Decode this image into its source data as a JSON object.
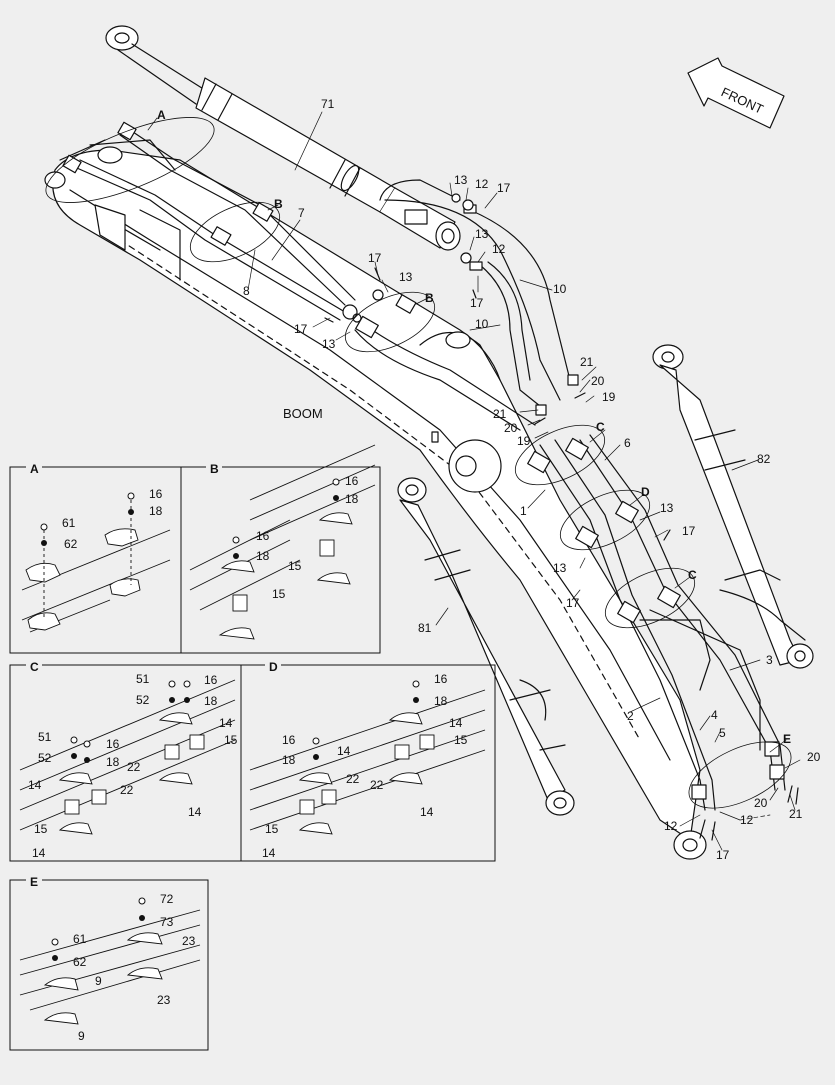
{
  "main_labels": {
    "boom": "BOOM",
    "front": "FRONT",
    "n71": "71",
    "n7": "7",
    "n8": "8",
    "n13a": "13",
    "n12a": "12",
    "n17a": "17",
    "n13b": "13",
    "n12b": "12",
    "n17b": "17",
    "n10a": "10",
    "n10b": "10",
    "n17c": "17",
    "n13c": "13",
    "n17d": "17",
    "n13d": "13",
    "n21a": "21",
    "n20a": "20",
    "n19a": "19",
    "n21b": "21",
    "n20b": "20",
    "n19b": "19",
    "n6": "6",
    "n1": "1",
    "n82": "82",
    "n81": "81",
    "n13e": "13",
    "n17e": "17",
    "n13f": "13",
    "n17f": "17",
    "n3": "3",
    "n2": "2",
    "n4": "4",
    "n5": "5",
    "n20c": "20",
    "n20d": "20",
    "n21c": "21",
    "n12c": "12",
    "n12d": "12",
    "n17g": "17",
    "callA": "A",
    "callB1": "B",
    "callB2": "B",
    "callC1": "C",
    "callD": "D",
    "callC2": "C",
    "callE": "E"
  },
  "detail_A": {
    "title": "A",
    "n61": "61",
    "n62": "62",
    "n16": "16",
    "n18": "18"
  },
  "detail_B": {
    "title": "B",
    "n16a": "16",
    "n18a": "18",
    "n15a": "15",
    "n16b": "16",
    "n18b": "18",
    "n15b": "15"
  },
  "detail_C": {
    "title": "C",
    "n51a": "51",
    "n52a": "52",
    "n16a": "16",
    "n18a": "18",
    "n14a": "14",
    "n15a": "15",
    "n22a": "22",
    "n14b": "14",
    "n51b": "51",
    "n52b": "52",
    "n16b": "16",
    "n18b": "18",
    "n14c": "14",
    "n22b": "22",
    "n15b": "15",
    "n14d": "14"
  },
  "detail_D": {
    "title": "D",
    "n16a": "16",
    "n18a": "18",
    "n14a": "14",
    "n15a": "15",
    "n22a": "22",
    "n14b": "14",
    "n16b": "16",
    "n18b": "18",
    "n14c": "14",
    "n22b": "22",
    "n15b": "15",
    "n14d": "14"
  },
  "detail_E": {
    "title": "E",
    "n72": "72",
    "n73": "73",
    "n23a": "23",
    "n61": "61",
    "n62": "62",
    "n9a": "9",
    "n23b": "23",
    "n9b": "9"
  },
  "colors": {
    "background": "#efefef",
    "line": "#111111",
    "fill": "#ffffff"
  }
}
